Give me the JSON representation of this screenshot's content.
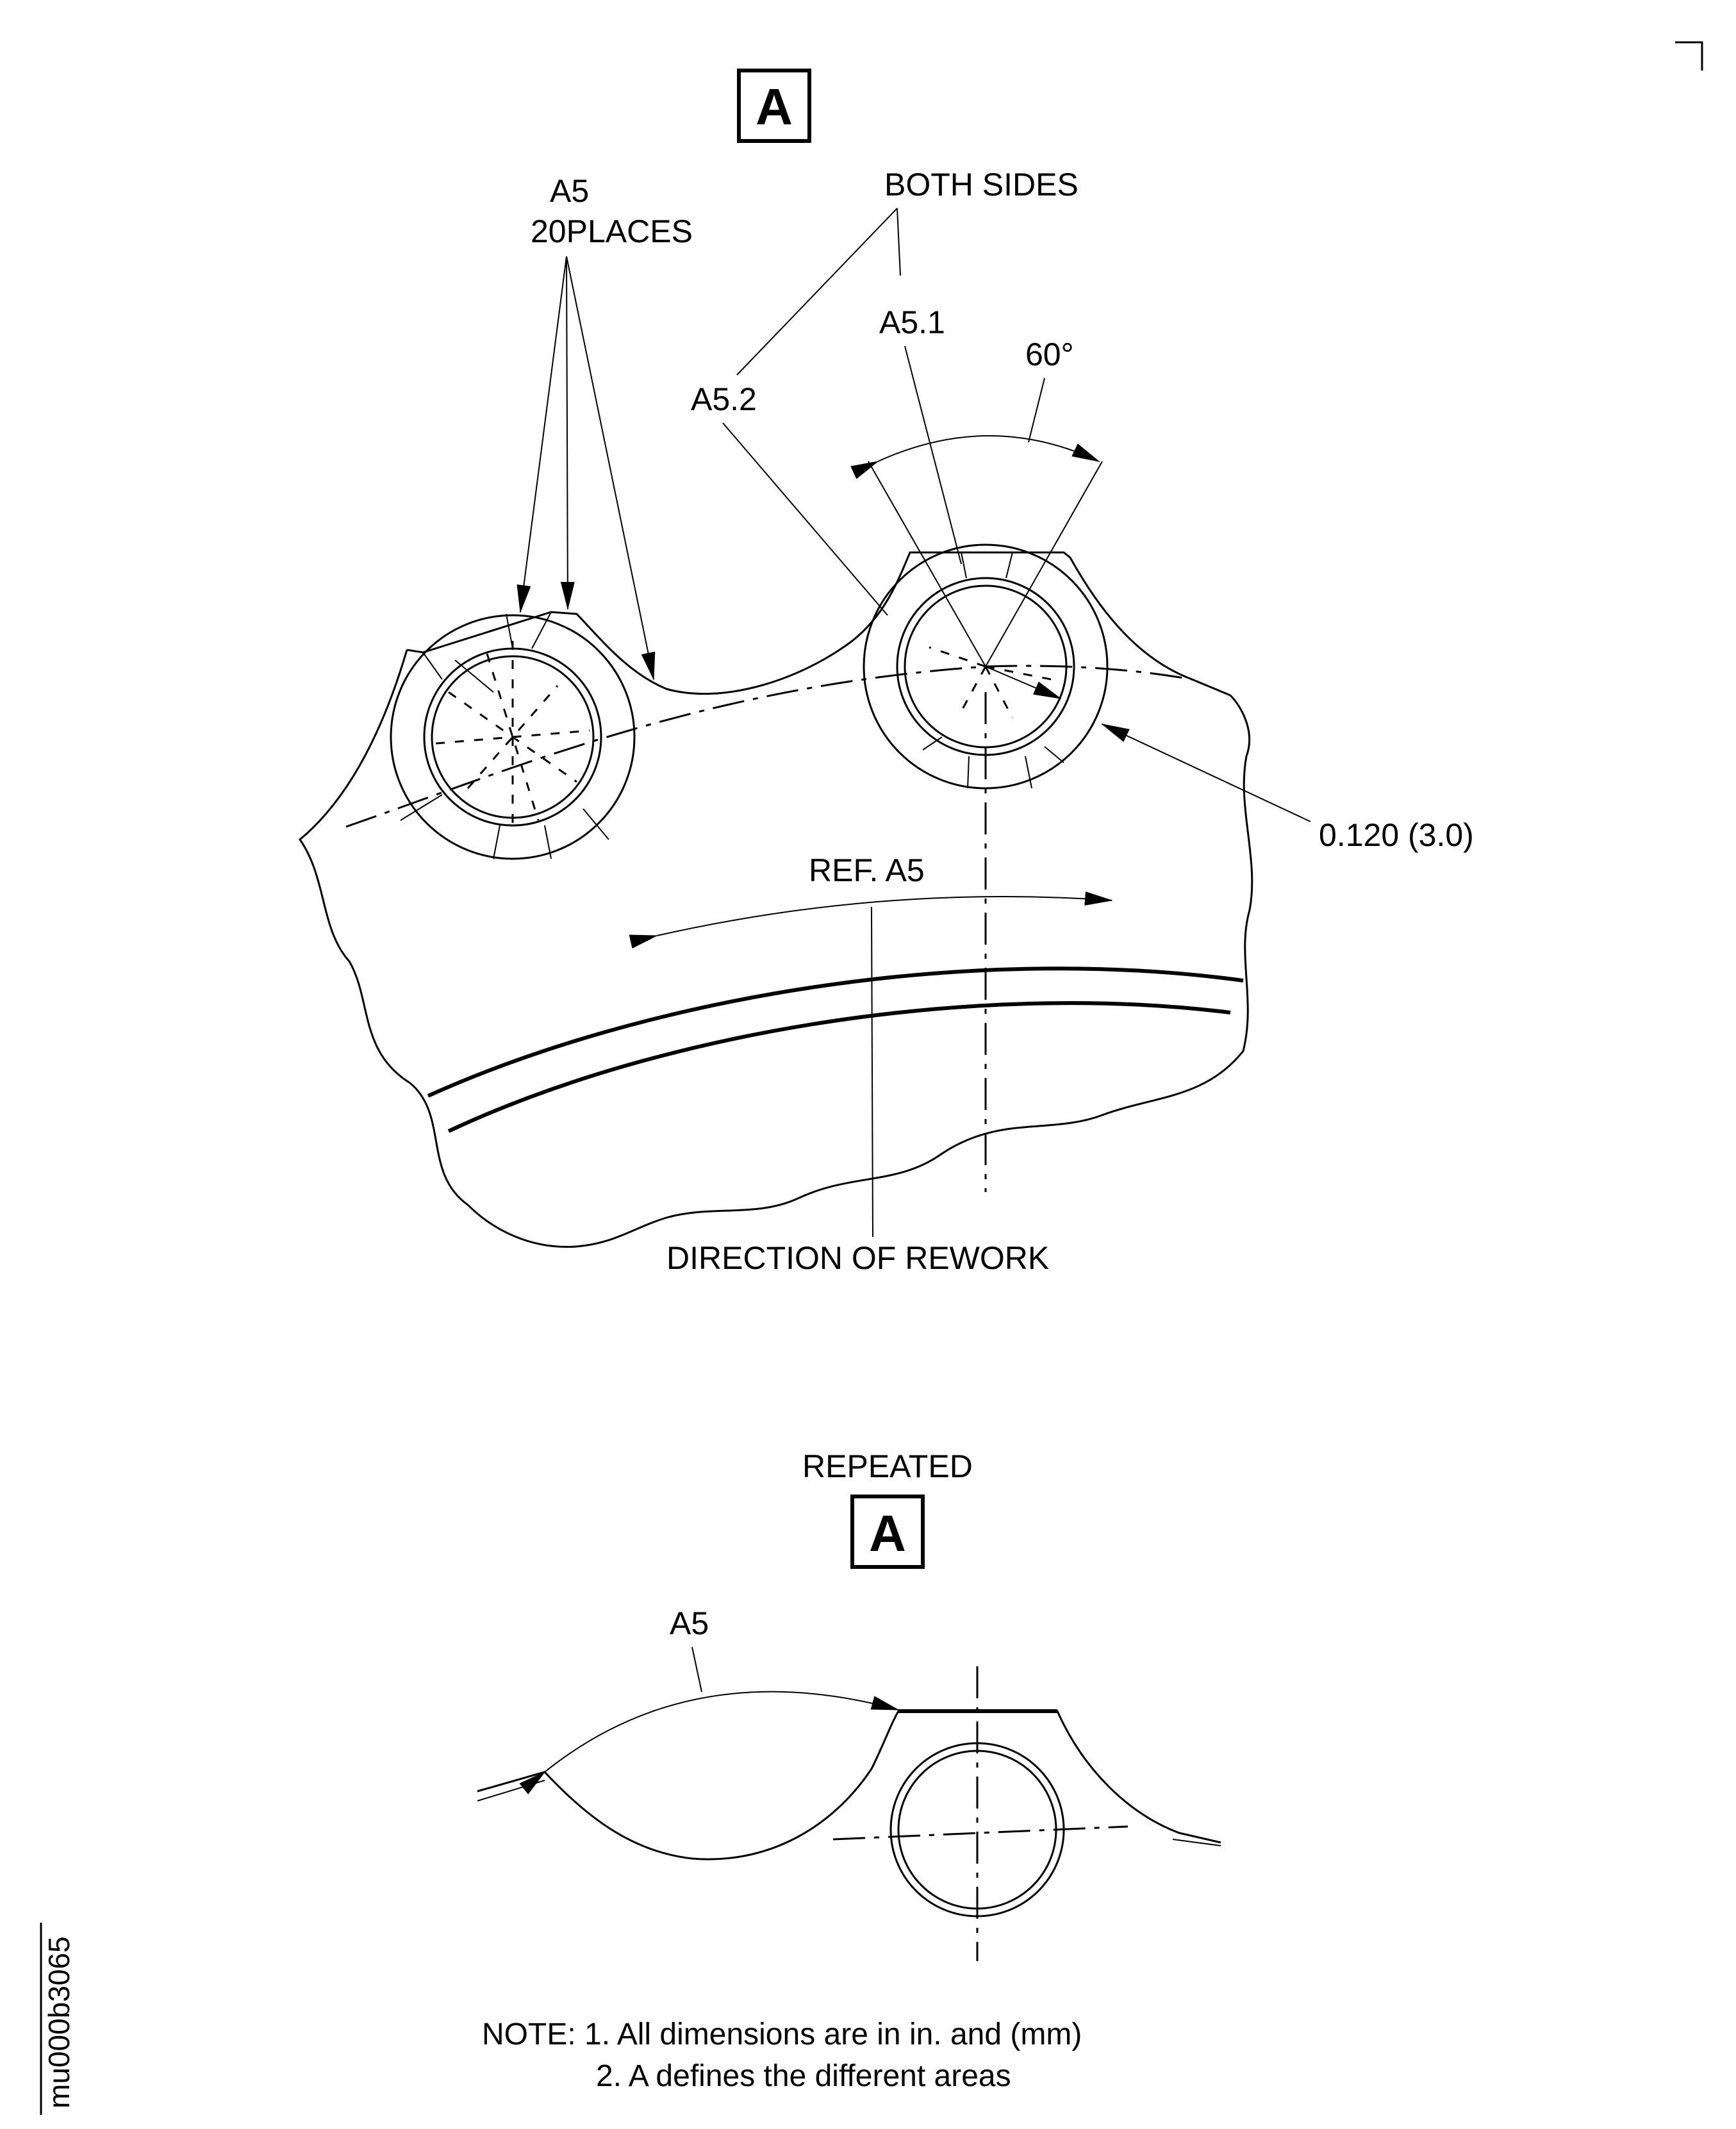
{
  "detail_a": {
    "view_marker": "A",
    "labels": {
      "a5": "A5",
      "places": "20PLACES",
      "both_sides": "BOTH SIDES",
      "a5_1": "A5.1",
      "a5_2": "A5.2",
      "angle": "60°",
      "radius": "0.120 (3.0)",
      "ref_a5": "REF. A5",
      "direction": "DIRECTION OF REWORK"
    }
  },
  "detail_repeated": {
    "title": "REPEATED",
    "view_marker": "A",
    "label_a5": "A5"
  },
  "notes": {
    "line1": "NOTE: 1. All dimensions are in in. and (mm)",
    "line2": "2. A defines the different areas"
  },
  "figure_id": "mu000b3065"
}
